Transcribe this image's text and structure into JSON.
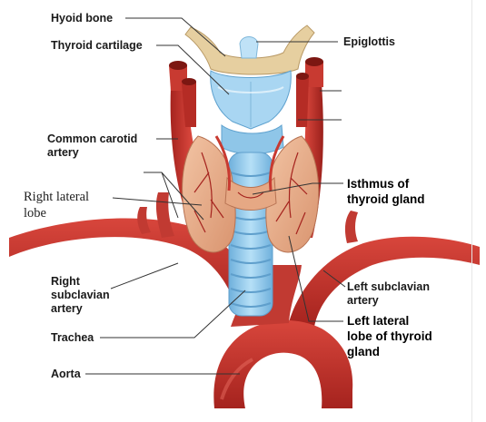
{
  "labels": {
    "hyoid_bone": "Hyoid bone",
    "thyroid_cartilage": "Thyroid cartilage",
    "common_carotid": [
      "Common carotid",
      "artery"
    ],
    "right_lateral_lobe": [
      "Right lateral",
      "lobe"
    ],
    "right_subclavian": [
      "Right",
      "subclavian",
      "artery"
    ],
    "trachea": "Trachea",
    "aorta": "Aorta",
    "epiglottis": "Epiglottis",
    "isthmus": [
      "Isthmus of",
      "thyroid gland"
    ],
    "left_subclavian": [
      "Left subclavian",
      "artery"
    ],
    "left_lateral_lobe": [
      "Left lateral",
      "lobe of thyroid",
      "gland"
    ]
  },
  "colors": {
    "artery": "#c8302a",
    "artery_dark": "#8e1b16",
    "thyroid": "#e9ae8c",
    "trachea": "#8fc6e8",
    "cartilage": "#a9d6f2",
    "hyoid": "#e6cfa0",
    "leader_line": "#333333"
  }
}
